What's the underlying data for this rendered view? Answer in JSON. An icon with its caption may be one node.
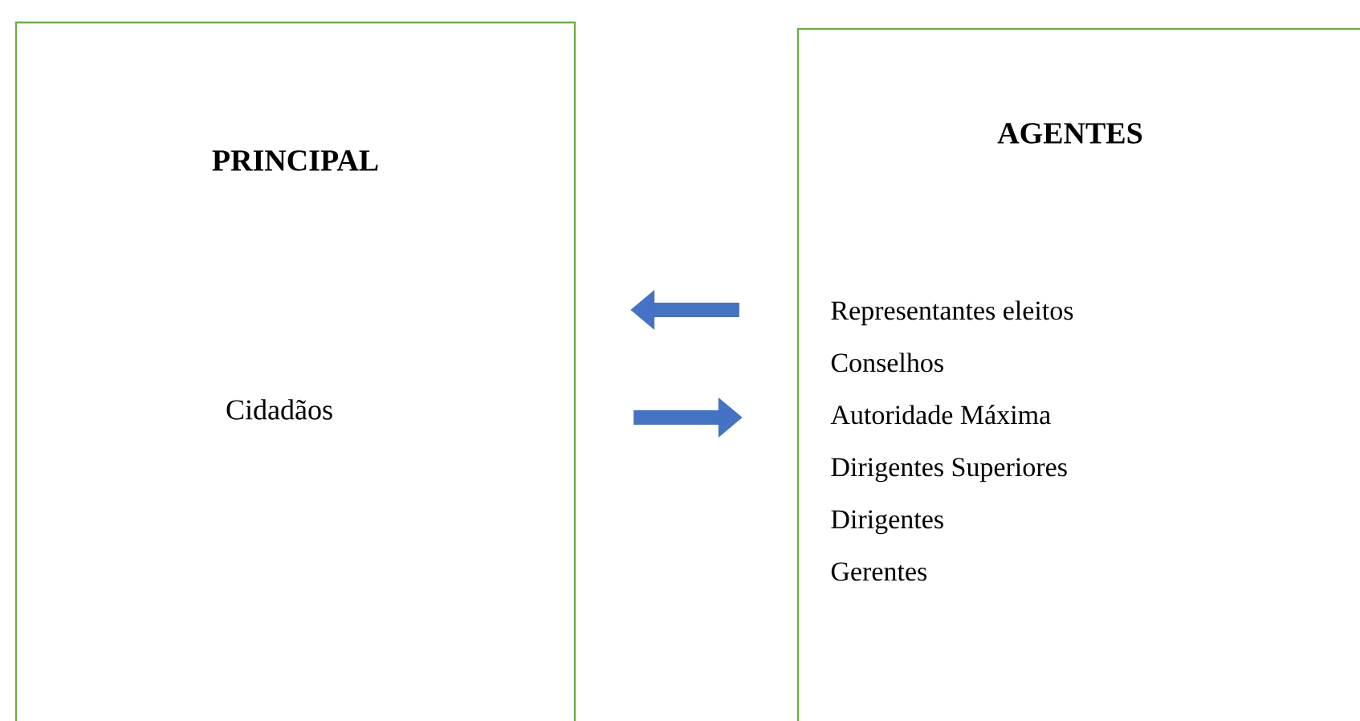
{
  "diagram": {
    "nodes": [
      {
        "text": [
          "PRINCIPAL",
          "Cidadãos"
        ]
      },
      {
        "text": [
          "AGENTES",
          "Representantes eleitos",
          "Conselhos",
          "Autoridade Máxima",
          "Dirigentes Superiores",
          "Dirigentes",
          "Gerentes"
        ]
      }
    ],
    "edges": [
      {
        "from": 1,
        "to": 0,
        "arrow": "to"
      },
      {
        "from": 0,
        "to": 1,
        "arrow": "to"
      }
    ]
  }
}
